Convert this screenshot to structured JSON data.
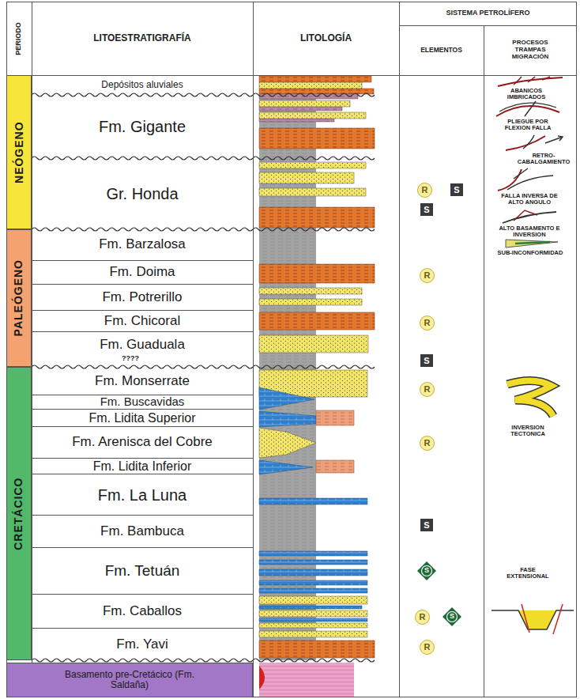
{
  "diagram": {
    "nodes": [
      {
        "text": [
          "PERIODO"
        ]
      },
      {
        "text": [
          "LITOESTRATIGRAFÍA"
        ]
      },
      {
        "text": [
          "LITOLOGÍA"
        ]
      },
      {
        "text": [
          "SISTEMA PETROLÍFERO"
        ]
      },
      {
        "text": [
          "ELEMENTOS"
        ]
      },
      {
        "text": [
          "PROCESOS TRAMPAS MIGRACIÓN"
        ]
      },
      {
        "text": [
          "NEÓGENO"
        ]
      },
      {
        "text": [
          "PALEÓGENO"
        ]
      },
      {
        "text": [
          "CRETÁCICO"
        ]
      },
      {
        "text": [
          "Depósitos aluviales"
        ]
      },
      {
        "text": [
          "Fm. Gigante"
        ]
      },
      {
        "text": [
          "Gr. Honda"
        ]
      },
      {
        "text": [
          "Fm. Barzalosa"
        ]
      },
      {
        "text": [
          "Fm. Doima"
        ]
      },
      {
        "text": [
          "Fm. Potrerillo"
        ]
      },
      {
        "text": [
          "Fm. Chicoral"
        ]
      },
      {
        "text": [
          "Fm. Guaduala"
        ]
      },
      {
        "text": [
          "Fm. Monserrate"
        ]
      },
      {
        "text": [
          "Fm. Buscavidas"
        ]
      },
      {
        "text": [
          "Fm. Lidita Superior"
        ]
      },
      {
        "text": [
          "Fm. Arenisca del Cobre"
        ]
      },
      {
        "text": [
          "Fm. Lidita Inferior"
        ]
      },
      {
        "text": [
          "Fm. La Luna"
        ]
      },
      {
        "text": [
          "Fm. Bambuca"
        ]
      },
      {
        "text": [
          "Fm. Tetuán"
        ]
      },
      {
        "text": [
          "Fm. Caballos"
        ]
      },
      {
        "text": [
          "Fm. Yavi"
        ]
      },
      {
        "text": [
          "Basamento pre-Cretácico (Fm. Saldaña)"
        ]
      },
      {
        "text": [
          "R"
        ]
      },
      {
        "text": [
          "S"
        ]
      },
      {
        "text": [
          "S"
        ]
      },
      {
        "text": [
          "R"
        ]
      },
      {
        "text": [
          "R"
        ]
      },
      {
        "text": [
          "S"
        ]
      },
      {
        "text": [
          "R"
        ]
      },
      {
        "text": [
          "R"
        ]
      },
      {
        "text": [
          "S"
        ]
      },
      {
        "text": [
          "S"
        ]
      },
      {
        "text": [
          "R"
        ]
      },
      {
        "text": [
          "S"
        ]
      },
      {
        "text": [
          "R"
        ]
      }
    ],
    "labels": [
      "ABANICOS IMBRICADOS",
      "PLIEGUE POR FLEXION FALLA",
      "RETRO-CABALGAMIENTO",
      "FALLA INVERSA DE ALTO ANGULO",
      "ALTO BASAMENTO E INVERSION",
      "SUB-INCONFORMIDAD",
      "INVERSION TECTONICA",
      "FASE EXTENSIONAL",
      "????"
    ]
  }
}
